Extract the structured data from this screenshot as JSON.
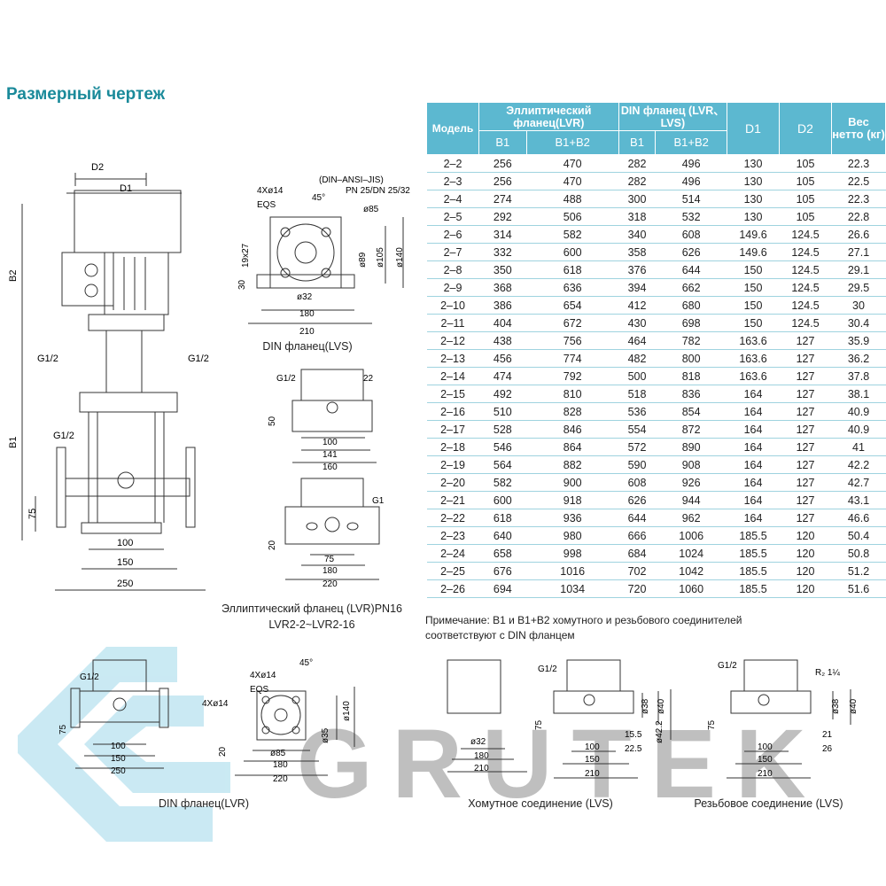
{
  "title": "Размерный чертеж",
  "table": {
    "col_model": "Модель",
    "col_elliptic": "Эллиптический фланец(LVR)",
    "col_din": "DIN фланец (LVR、LVS)",
    "col_d1": "D1",
    "col_d2": "D2",
    "col_weight": "Вес нетто (кг)",
    "sub_b1": "B1",
    "sub_b1b2": "B1+B2",
    "rows": [
      [
        "2–2",
        "256",
        "470",
        "282",
        "496",
        "130",
        "105",
        "22.3"
      ],
      [
        "2–3",
        "256",
        "470",
        "282",
        "496",
        "130",
        "105",
        "22.5"
      ],
      [
        "2–4",
        "274",
        "488",
        "300",
        "514",
        "130",
        "105",
        "22.3"
      ],
      [
        "2–5",
        "292",
        "506",
        "318",
        "532",
        "130",
        "105",
        "22.8"
      ],
      [
        "2–6",
        "314",
        "582",
        "340",
        "608",
        "149.6",
        "124.5",
        "26.6"
      ],
      [
        "2–7",
        "332",
        "600",
        "358",
        "626",
        "149.6",
        "124.5",
        "27.1"
      ],
      [
        "2–8",
        "350",
        "618",
        "376",
        "644",
        "150",
        "124.5",
        "29.1"
      ],
      [
        "2–9",
        "368",
        "636",
        "394",
        "662",
        "150",
        "124.5",
        "29.5"
      ],
      [
        "2–10",
        "386",
        "654",
        "412",
        "680",
        "150",
        "124.5",
        "30"
      ],
      [
        "2–11",
        "404",
        "672",
        "430",
        "698",
        "150",
        "124.5",
        "30.4"
      ],
      [
        "2–12",
        "438",
        "756",
        "464",
        "782",
        "163.6",
        "127",
        "35.9"
      ],
      [
        "2–13",
        "456",
        "774",
        "482",
        "800",
        "163.6",
        "127",
        "36.2"
      ],
      [
        "2–14",
        "474",
        "792",
        "500",
        "818",
        "163.6",
        "127",
        "37.8"
      ],
      [
        "2–15",
        "492",
        "810",
        "518",
        "836",
        "164",
        "127",
        "38.1"
      ],
      [
        "2–16",
        "510",
        "828",
        "536",
        "854",
        "164",
        "127",
        "40.9"
      ],
      [
        "2–17",
        "528",
        "846",
        "554",
        "872",
        "164",
        "127",
        "40.9"
      ],
      [
        "2–18",
        "546",
        "864",
        "572",
        "890",
        "164",
        "127",
        "41"
      ],
      [
        "2–19",
        "564",
        "882",
        "590",
        "908",
        "164",
        "127",
        "42.2"
      ],
      [
        "2–20",
        "582",
        "900",
        "608",
        "926",
        "164",
        "127",
        "42.7"
      ],
      [
        "2–21",
        "600",
        "918",
        "626",
        "944",
        "164",
        "127",
        "43.1"
      ],
      [
        "2–22",
        "618",
        "936",
        "644",
        "962",
        "164",
        "127",
        "46.6"
      ],
      [
        "2–23",
        "640",
        "980",
        "666",
        "1006",
        "185.5",
        "120",
        "50.4"
      ],
      [
        "2–24",
        "658",
        "998",
        "684",
        "1024",
        "185.5",
        "120",
        "50.8"
      ],
      [
        "2–25",
        "676",
        "1016",
        "702",
        "1042",
        "185.5",
        "120",
        "51.2"
      ],
      [
        "2–26",
        "694",
        "1034",
        "720",
        "1060",
        "185.5",
        "120",
        "51.6"
      ]
    ]
  },
  "note_line1": "Примечание: B1 и B1+B2 хомутного и резьбового соединителей",
  "note_line2": "соответствуют с DIN фланцем",
  "captions": {
    "din_lvs": "DIN фланец(LVS)",
    "elliptic_line1": "Эллиптический фланец (LVR)PN16",
    "elliptic_line2": "LVR2-2~LVR2-16",
    "din_lvr": "DIN фланец(LVR)",
    "clamp": "Хомутное соединение (LVS)",
    "thread": "Резьбовое соединение (LVS)"
  },
  "watermark": "GRUTEK",
  "dims": {
    "d1": "D1",
    "d2": "D2",
    "b1": "B1",
    "b2": "B2",
    "g12": "G1/2",
    "g1": "G1",
    "v75": "75",
    "v100": "100",
    "v150": "150",
    "v250": "250",
    "din_std": "(DIN–ANSI–JIS)",
    "pn": "PN 25/DN 25/32",
    "holes": "4Xø14",
    "eqs": "EQS",
    "angle": "45°",
    "d85": "ø85",
    "d89": "ø89",
    "d105": "ø105",
    "d140": "ø140",
    "d32": "ø32",
    "v19x27": "19x27",
    "v30": "30",
    "v180": "180",
    "v210": "210",
    "v22": "22",
    "v50": "50",
    "v141": "141",
    "v160": "160",
    "v20": "20",
    "v220": "220",
    "d35": "ø35",
    "d38": "ø38",
    "d40": "ø40",
    "d42": "ø42.2",
    "v155": "15.5",
    "v225": "22.5",
    "r2": "R₂ 1¼",
    "v21": "21",
    "v26": "26"
  }
}
